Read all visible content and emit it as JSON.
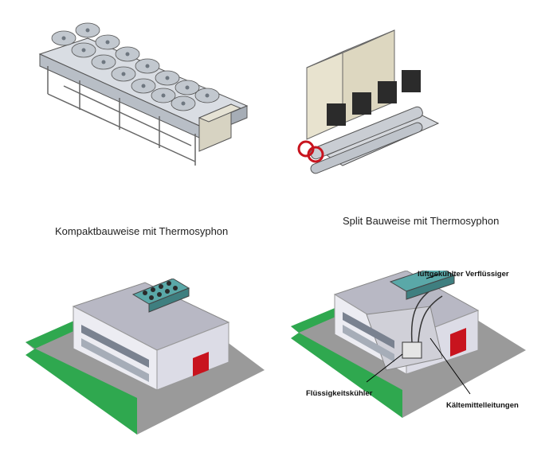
{
  "captions": {
    "compact": "Kompaktbauweise mit Thermosyphon",
    "split": "Split Bauweise mit Thermosyphon"
  },
  "callouts": {
    "condenser": "luftgekühlter Verflüssiger",
    "chiller": "Flüssigkeitskühler",
    "refrigerant_lines": "Kältemittelleitungen"
  },
  "colors": {
    "lawn": "#2fa84f",
    "ground": "#9a9a9a",
    "building": "#ececf2",
    "door": "#c8141e",
    "cooler": "#5aa8a8"
  },
  "icons": [
    "compact-dry-cooler-illustration",
    "split-chiller-illustration",
    "building-compact-illustration",
    "building-split-illustration"
  ]
}
